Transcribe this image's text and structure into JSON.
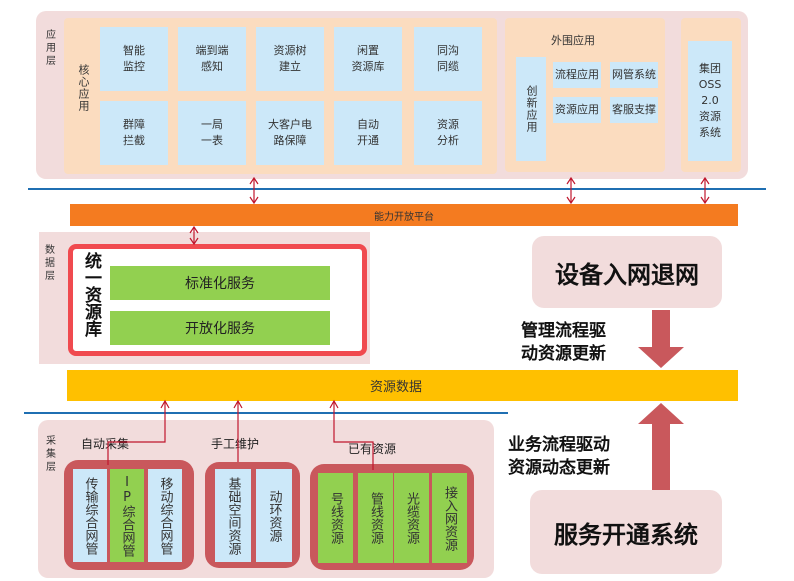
{
  "app_layer": {
    "label": "应\n用\n层",
    "core": {
      "label": "核心应用",
      "tiles": [
        "智能\n监控",
        "端到端\n感知",
        "资源树\n建立",
        "闲置\n资源库",
        "同沟\n同缆",
        "群障\n拦截",
        "一局\n一表",
        "大客户电\n路保障",
        "自动\n开通",
        "资源\n分析"
      ]
    },
    "peripheral": {
      "label": "外围应用",
      "innovation": "创新应用",
      "items": [
        "流程应用",
        "网管系统",
        "资源应用",
        "客服支撑"
      ]
    },
    "group_oss": "集团\nOSS\n2.0\n资源\n系统"
  },
  "capability_platform": "能力开放平台",
  "data_layer": {
    "label": "数\n据\n层",
    "unified_repo": {
      "title": "统一资源库",
      "services": [
        "标准化服务",
        "开放化服务"
      ]
    }
  },
  "resource_data": "资源数据",
  "collect_layer": {
    "label": "采\n集\n层",
    "groups": [
      {
        "label": "自动采集",
        "items": [
          {
            "text": "传输综合网管",
            "color": "blue"
          },
          {
            "text": "IP综合网管",
            "color": "green"
          },
          {
            "text": "移动综合网管",
            "color": "blue"
          }
        ]
      },
      {
        "label": "手工维护",
        "items": [
          {
            "text": "基础空间资源",
            "color": "blue"
          },
          {
            "text": "动环资源",
            "color": "blue"
          }
        ]
      },
      {
        "label": "已有资源",
        "items": [
          {
            "text": "号线资源",
            "color": "green"
          },
          {
            "text": "管线资源",
            "color": "green"
          },
          {
            "text": "光缆资源",
            "color": "green"
          },
          {
            "text": "接入网资源",
            "color": "green"
          }
        ]
      }
    ]
  },
  "right_side": {
    "device_box": "设备入网退网",
    "mgmt_note": "管理流程驱\n动资源更新",
    "biz_note": "业务流程驱动\n资源动态更新",
    "service_box": "服务开通系统"
  },
  "colors": {
    "layer_bg": "#f2dcdc",
    "peach": "#fbdcbf",
    "tile_blue": "#cce8f9",
    "platform_orange": "#f47b20",
    "data_yellow": "#ffc000",
    "service_green": "#92d050",
    "group_red": "#c9585c",
    "repo_border": "#f04a4f",
    "arrow_red": "#c0162d",
    "divider_blue": "#1f6fb2",
    "big_arrow": "#c9585c"
  }
}
